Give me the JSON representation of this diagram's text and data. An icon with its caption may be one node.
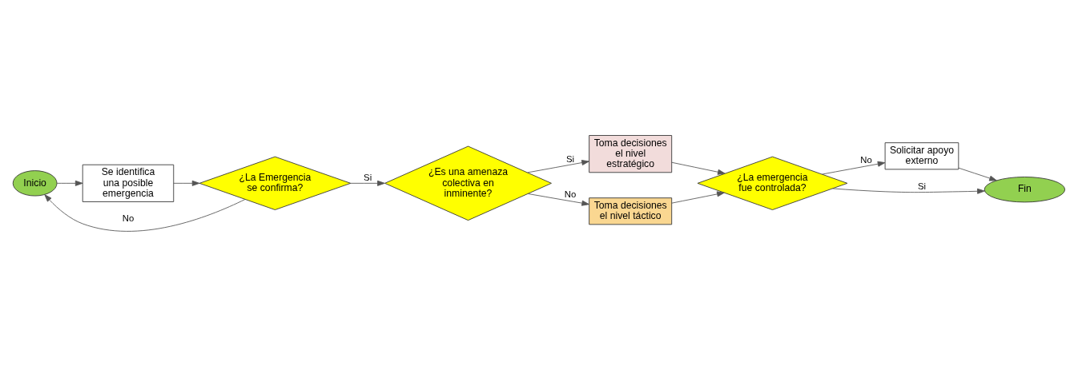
{
  "diagram": {
    "nodes": [
      {
        "text": [
          "Inicio"
        ]
      },
      {
        "text": [
          "Se identifica una posible emergencia"
        ]
      },
      {
        "text": [
          "¿La Emergencia se confirma?"
        ]
      },
      {
        "text": [
          "¿Es una amenaza colectiva en inminente?"
        ]
      },
      {
        "text": [
          "Toma decisiones el nivel estratégico"
        ]
      },
      {
        "text": [
          "Toma decisiones el nivel táctico"
        ]
      },
      {
        "text": [
          "¿La emergencia fue controlada?"
        ]
      },
      {
        "text": [
          "Solicitar apoyo externo"
        ]
      },
      {
        "text": [
          "Fin"
        ]
      }
    ],
    "edges": [
      {
        "from": 0,
        "to": 1,
        "arrow": "to"
      },
      {
        "from": 1,
        "to": 2,
        "arrow": "to"
      },
      {
        "from": 2,
        "to": 3,
        "arrow": "to",
        "label": "Si"
      },
      {
        "from": 3,
        "to": 4,
        "arrow": "to",
        "label": "Si"
      },
      {
        "from": 3,
        "to": 5,
        "arrow": "to",
        "label": "No"
      },
      {
        "from": 2,
        "to": 0,
        "arrow": "to",
        "label": "No"
      },
      {
        "from": 4,
        "to": 6,
        "arrow": "to"
      },
      {
        "from": 5,
        "to": 6,
        "arrow": "to"
      },
      {
        "from": 6,
        "to": 7,
        "arrow": "to",
        "label": "No"
      },
      {
        "from": 6,
        "to": 8,
        "arrow": "to",
        "label": "Si"
      },
      {
        "from": 7,
        "to": 8,
        "arrow": "to"
      }
    ]
  }
}
